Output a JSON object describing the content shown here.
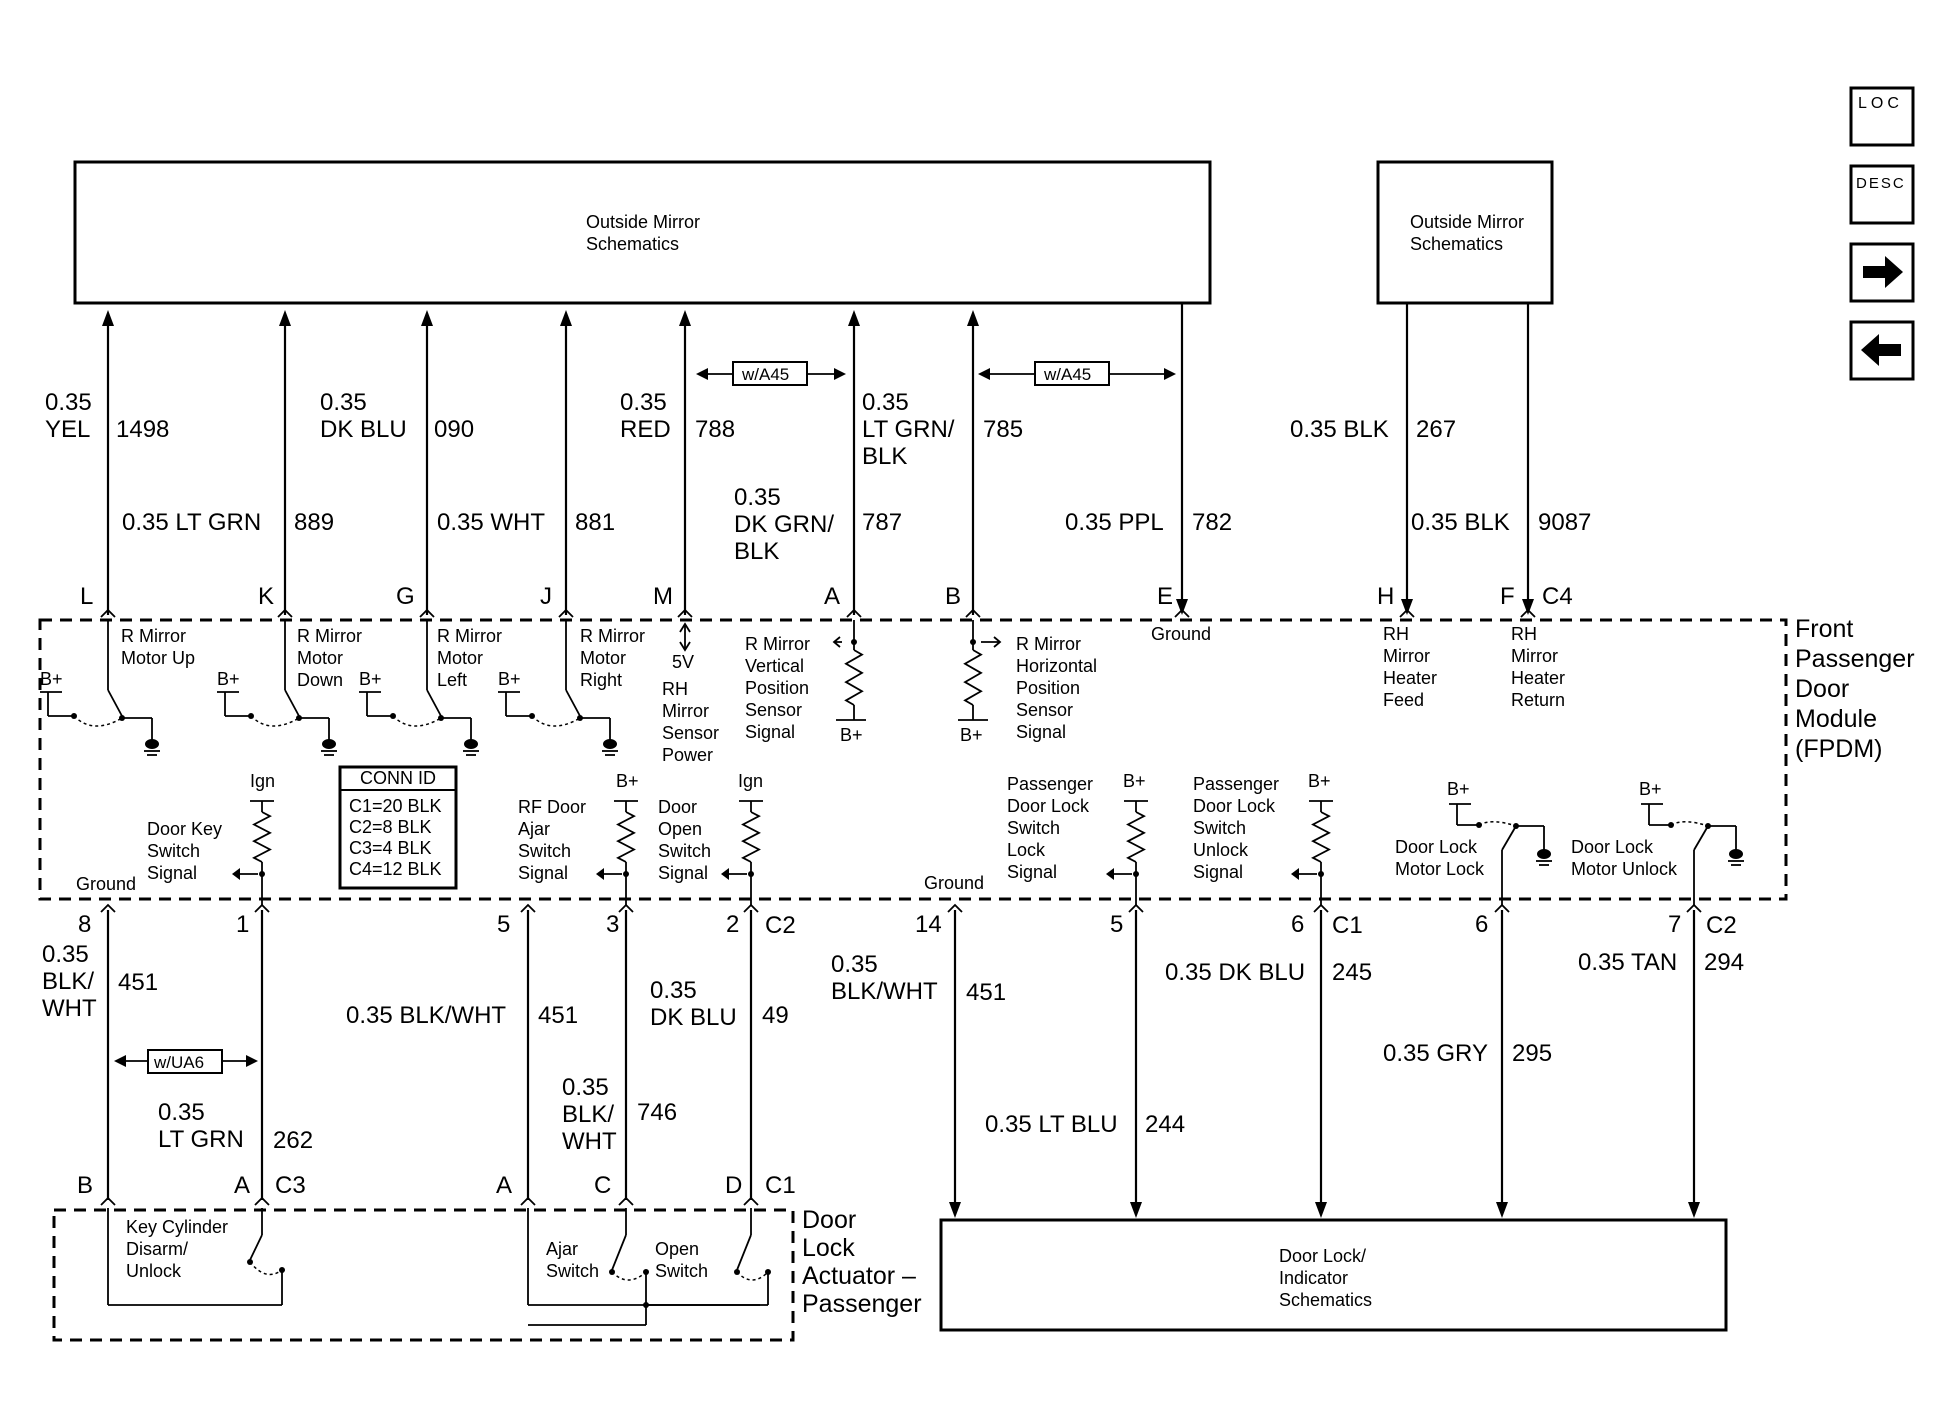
{
  "blocks": {
    "mirror_left": "Outside Mirror|Schematics",
    "mirror_right": "Outside Mirror|Schematics",
    "door_lock_ind": "Door Lock/|Indicator|Schematics"
  },
  "module": {
    "name": "Front|Passenger|Door|Module|(FPDM)"
  },
  "actuator": {
    "name": "Door|Lock|Actuator –|Passenger"
  },
  "nav_icons": [
    "loc-icon",
    "desc-icon",
    "arrow-right-icon",
    "arrow-left-icon"
  ],
  "icon_text": {
    "loc": "LOC",
    "desc": "DESC"
  },
  "options": {
    "a45": "w/A45",
    "ua6": "w/UA6"
  },
  "conn_id": {
    "title": "CONN ID",
    "lines": [
      "C1=20 BLK",
      "C2=8 BLK",
      "C3=4 BLK",
      "C4=12 BLK"
    ]
  },
  "top_wires": [
    {
      "pin": "L",
      "gauge": "0.35|YEL",
      "circuit": "1498"
    },
    {
      "pin": "K",
      "gauge": "0.35 LT GRN",
      "circuit": "889"
    },
    {
      "pin": "G",
      "gauge": "0.35|DK BLU",
      "circuit": "090"
    },
    {
      "pin": "J",
      "gauge": "0.35 WHT",
      "circuit": "881"
    },
    {
      "pin": "M",
      "gauge": "0.35|RED",
      "circuit": "788"
    },
    {
      "pin": "A",
      "gauge": "0.35|DK GRN/|BLK",
      "circuit": "787"
    },
    {
      "pin": "",
      "gauge": "0.35|LT GRN/|BLK",
      "circuit": "785"
    },
    {
      "pin": "B",
      "gauge": "",
      "circuit": ""
    },
    {
      "pin": "E",
      "gauge": "0.35 PPL",
      "circuit": "782"
    },
    {
      "pin": "H",
      "gauge": "0.35 BLK",
      "circuit": "267"
    },
    {
      "pin": "F",
      "gauge": "0.35 BLK",
      "circuit": "9087"
    }
  ],
  "top_connector": "C4",
  "module_labels": {
    "r_up": "R Mirror|Motor Up",
    "r_down": "R Mirror|Motor|Down",
    "r_left": "R Mirror|Motor|Left",
    "r_right": "R Mirror|Motor|Right",
    "rh_power": "RH|Mirror|Sensor|Power",
    "five_v": "5V",
    "vert": "R Mirror|Vertical|Position|Sensor|Signal",
    "horiz": "R Mirror|Horizontal|Position|Sensor|Signal",
    "ground_top": "Ground",
    "heater_feed": "RH|Mirror|Heater|Feed",
    "heater_return": "RH|Mirror|Heater|Return",
    "door_key": "Door Key|Switch|Signal",
    "ground_left": "Ground",
    "rf_ajar": "RF Door|Ajar|Switch|Signal",
    "door_open": "Door|Open|Switch|Signal",
    "pass_lock": "Passenger|Door Lock|Switch|Lock|Signal",
    "pass_unlock": "Passenger|Door Lock|Switch|Unlock|Signal",
    "ground_mid": "Ground",
    "motor_lock": "Door Lock|Motor Lock",
    "motor_unlock": "Door Lock|Motor Unlock",
    "bplus": "B+",
    "ign": "Ign"
  },
  "bottom_left_wires": [
    {
      "pin": "8",
      "gauge": "0.35|BLK/|WHT",
      "circuit": "451",
      "apin": "B"
    },
    {
      "pin": "1",
      "gauge": "0.35|LT GRN",
      "circuit": "262",
      "apin": "A"
    },
    {
      "pin": "5",
      "gauge": "0.35 BLK/WHT",
      "circuit": "451",
      "apin": "A"
    },
    {
      "pin": "3",
      "gauge": "0.35|BLK/|WHT",
      "circuit": "746",
      "apin": "C"
    },
    {
      "pin": "2",
      "gauge": "0.35|DK BLU",
      "circuit": "49",
      "apin": "D"
    }
  ],
  "bottom_left_connector": "C2",
  "actuator_connector_left": "C3",
  "actuator_connector_right": "C1",
  "actuator_switches": {
    "key_cyl": "Key Cylinder|Disarm/|Unlock",
    "ajar": "Ajar|Switch",
    "open": "Open|Switch"
  },
  "bottom_right_wires": [
    {
      "pin": "14",
      "gauge": "0.35|BLK/WHT",
      "circuit": "451"
    },
    {
      "pin": "5",
      "gauge": "0.35 LT BLU",
      "circuit": "244"
    },
    {
      "pin": "6",
      "gauge": "0.35 DK BLU",
      "circuit": "245"
    },
    {
      "pin": "6",
      "gauge": "0.35 GRY",
      "circuit": "295"
    },
    {
      "pin": "7",
      "gauge": "0.35 TAN",
      "circuit": "294"
    }
  ],
  "bottom_right_connectors": [
    "C1",
    "C2"
  ]
}
